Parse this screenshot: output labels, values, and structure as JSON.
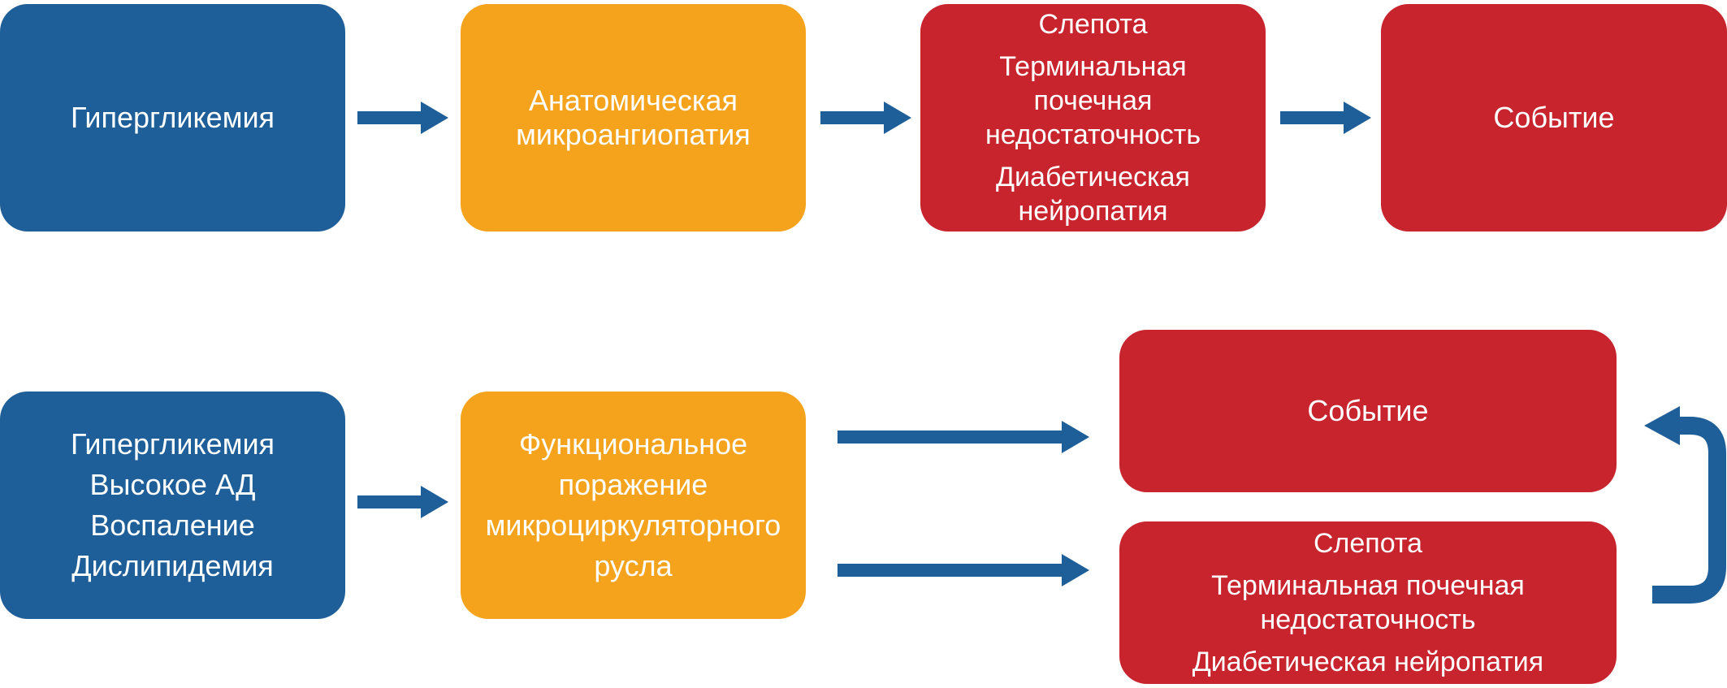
{
  "top_row": {
    "box1": [
      "Гипергликемия"
    ],
    "box2": [
      "Анатомическая",
      "микроангиопатия"
    ],
    "box3": {
      "item1": [
        "Слепота"
      ],
      "item2": [
        "Терминальная",
        "почечная",
        "недостаточность"
      ],
      "item3": [
        "Диабетическая",
        "нейропатия"
      ]
    },
    "box4": [
      "Событие"
    ]
  },
  "bottom_row": {
    "box1": [
      "Гипергликемия",
      "Высокое АД",
      "Воспаление",
      "Дислипидемия"
    ],
    "box2": [
      "Функциональное",
      "поражение",
      "микроциркуляторного",
      "русла"
    ],
    "event_box": [
      "Событие"
    ],
    "outcomes_box": {
      "item1": [
        "Слепота"
      ],
      "item2": [
        "Терминальная почечная",
        "недостаточность"
      ],
      "item3": [
        "Диабетическая нейропатия"
      ]
    }
  },
  "colors": {
    "blue": "#1f5f99",
    "orange": "#f5a31c",
    "red": "#c8242d",
    "arrow": "#1f5f99"
  }
}
